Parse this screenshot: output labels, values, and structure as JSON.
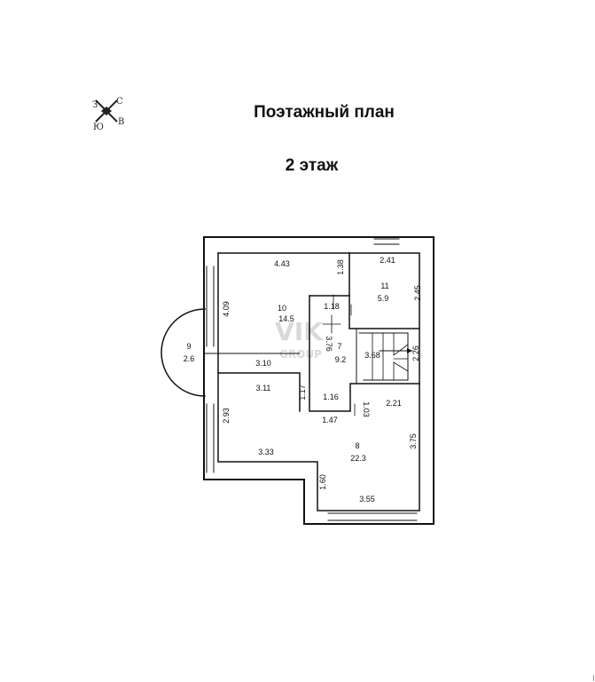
{
  "plan": {
    "title": "Поэтажный план",
    "floor": "2 этаж",
    "watermark_main": "VIK",
    "watermark_sub": "GROUP"
  },
  "compass": {
    "n": "С",
    "s": "Ю",
    "w": "З",
    "e": "В"
  },
  "rooms": [
    {
      "id": "10",
      "area": "14.5"
    },
    {
      "id": "11",
      "area": "5.9"
    },
    {
      "id": "9",
      "area": "2.6"
    },
    {
      "id": "7",
      "area": "9.2"
    },
    {
      "id": "8",
      "area": "22.3"
    }
  ],
  "dimensions": [
    "4.43",
    "1.38",
    "2.41",
    "2.45",
    "4.09",
    "1.18",
    "3.76",
    "3.68",
    "2.26",
    "3.10",
    "3.11",
    "1.17",
    "1.16",
    "1.47",
    "1.03",
    "2.21",
    "2.93",
    "3.75",
    "3.33",
    "1.60",
    "3.55"
  ]
}
